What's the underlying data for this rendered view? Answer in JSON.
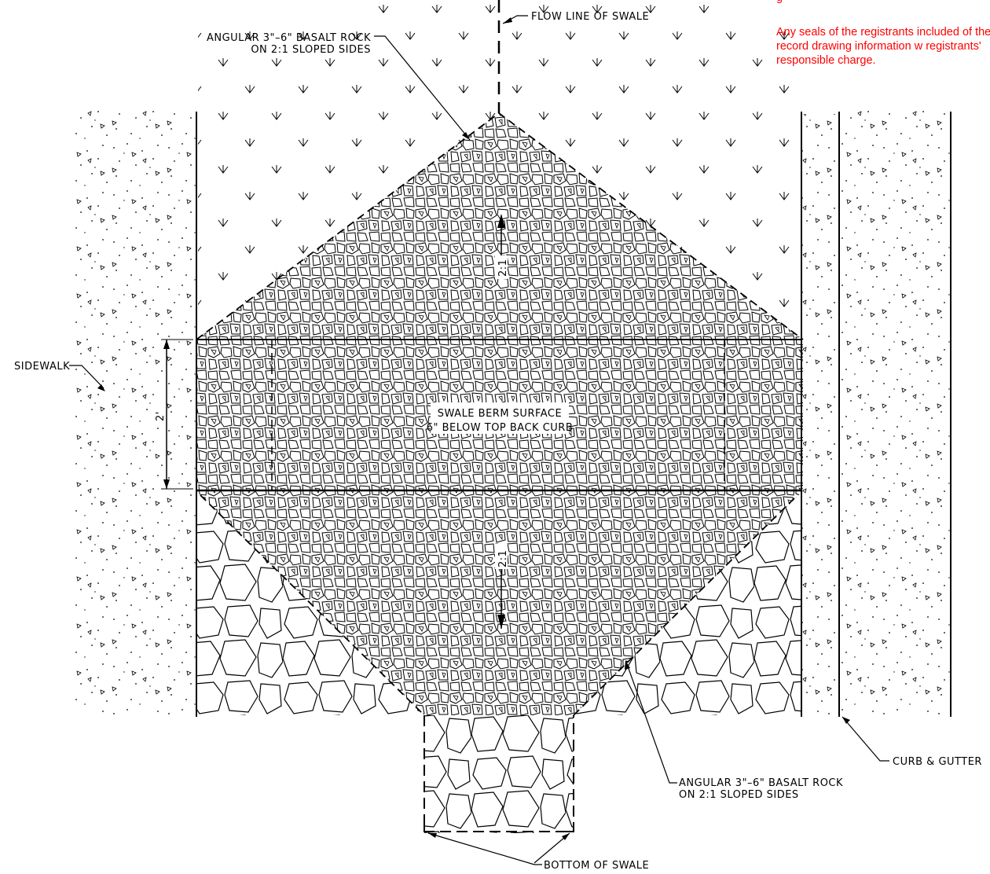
{
  "labels": {
    "flow_line": "FLOW LINE OF SWALE",
    "rock_top_1": "ANGULAR 3\"–6\" BASALT ROCK",
    "rock_top_2": "ON 2:1 SLOPED SIDES",
    "sidewalk": "SIDEWALK",
    "berm_1": "SWALE BERM SURFACE",
    "berm_2": "6\" BELOW TOP BACK CURB",
    "dimension": "2'",
    "slope_upper": "2:1",
    "slope_lower": "2:1",
    "curb": "CURB & GUTTER",
    "rock_bottom_1": "ANGULAR 3\"–6\" BASALT ROCK",
    "rock_bottom_2": "ON 2:1 SLOPED SIDES",
    "bottom": "BOTTOM OF SWALE"
  },
  "note": {
    "partial_line": "g",
    "text": "Any seals of the registrants included of the record drawing information w registrants' responsible charge."
  },
  "colors": {
    "linework": "#000000",
    "note": "#ff0000",
    "background": "#ffffff"
  }
}
